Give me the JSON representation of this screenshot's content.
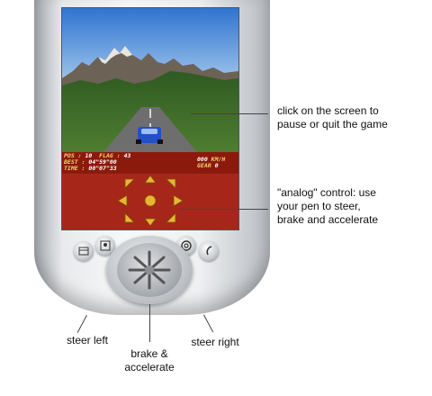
{
  "hud": {
    "pos_label": "POS",
    "pos_value": "10",
    "flag_label": "FLAG :",
    "flag_value": "43",
    "best_label": "BEST :",
    "best_value": "04\"59\"00",
    "time_label": "TIME :",
    "time_value": "00\"07\"33",
    "speed_value": "000",
    "speed_unit": "KM/H",
    "gear_label": "GEAR",
    "gear_value": "0"
  },
  "callouts": {
    "screen_line1": "click on the screen to",
    "screen_line2": "pause or quit the game",
    "analog_line1": "\"analog\" control: use",
    "analog_line2": "your pen to steer,",
    "analog_line3": "brake and accelerate"
  },
  "labels": {
    "steer_left": "steer left",
    "brake_line1": "brake &",
    "brake_line2": "accelerate",
    "steer_right": "steer right"
  },
  "colors": {
    "sky": "#3f82d6",
    "grass": "#3f6a28",
    "road": "#6f6f6f",
    "hud_bg": "#8b1a0c",
    "pad_bg": "#a6271a",
    "arrow": "#e8b62e"
  },
  "icons": [
    "calendar-icon",
    "contacts-icon",
    "at-icon",
    "phone-icon"
  ]
}
